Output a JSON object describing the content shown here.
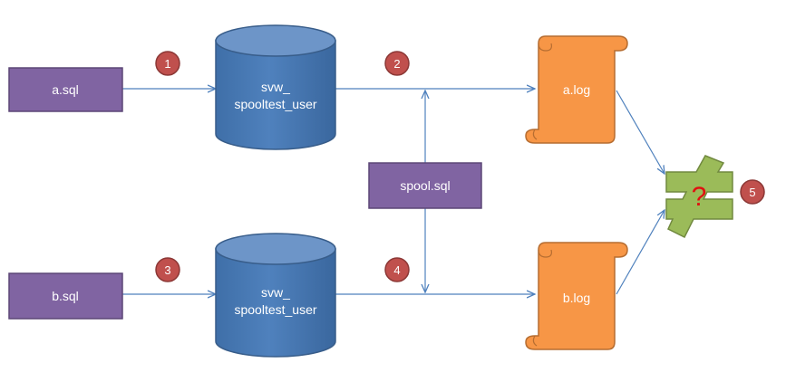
{
  "nodes": {
    "a_sql": "a.sql",
    "b_sql": "b.sql",
    "db_top": {
      "line1": "svw_",
      "line2": "spooltest_user"
    },
    "db_bottom": {
      "line1": "svw_",
      "line2": "spooltest_user"
    },
    "spool_sql": "spool.sql",
    "a_log": "a.log",
    "b_log": "b.log",
    "compare": "?"
  },
  "steps": [
    "1",
    "2",
    "3",
    "4",
    "5"
  ],
  "colors": {
    "sql_box": "#8064a2",
    "database": "#4f81bd",
    "log_scroll": "#f79646",
    "not_equal": "#9bbb59",
    "step_badge": "#c0504d",
    "arrow": "#4f81bd"
  }
}
